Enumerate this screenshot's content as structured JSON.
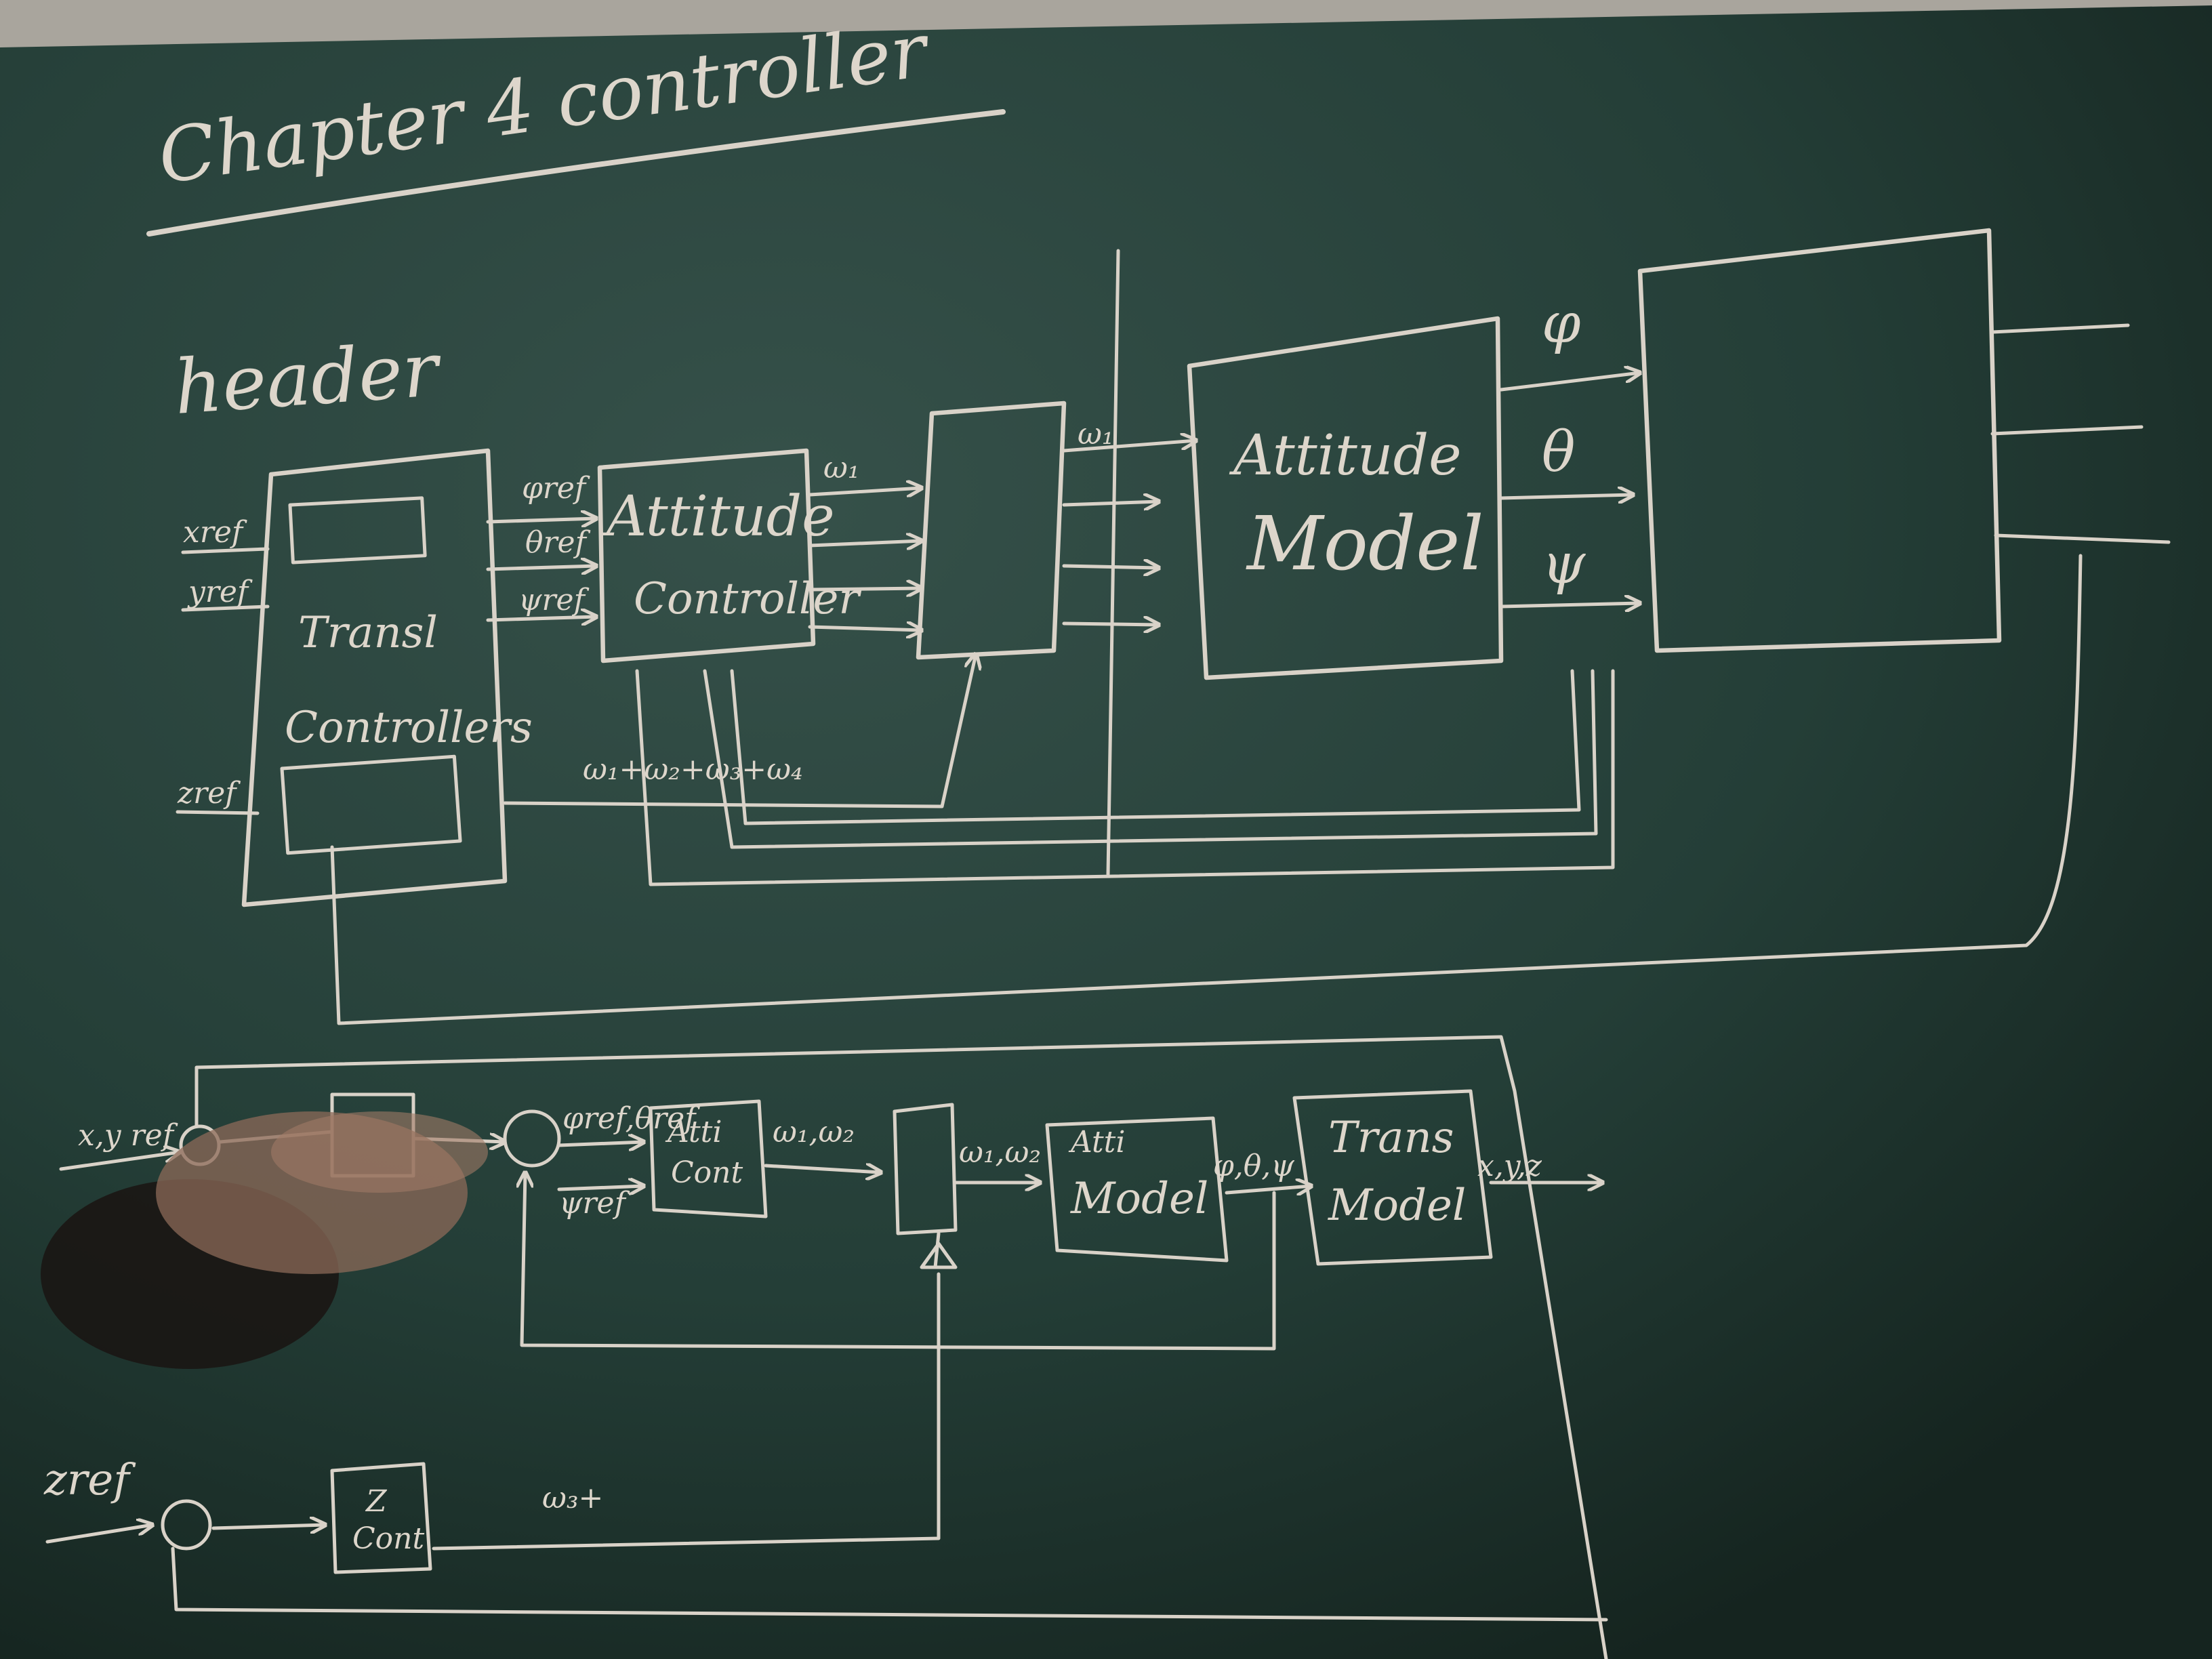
{
  "board": {
    "title": "Chapter 4 controller",
    "section": "header",
    "colors": {
      "board": "#223a33",
      "chalk": "#d9d2c8",
      "wall": "#a9a59d"
    }
  },
  "upper_diagram": {
    "inputs": {
      "x_ref": "xref",
      "y_ref": "yref",
      "z_ref": "zref"
    },
    "translational_block": {
      "line1": "Transl",
      "line2": "Controllers"
    },
    "refs": {
      "phi_ref": "φref",
      "theta_ref": "θref",
      "psi_ref": "ψref"
    },
    "attitude_controller": {
      "line1": "Attitude",
      "line2": "Controller"
    },
    "omega_label": "ω₁",
    "sum_label": "ω₁+ω₂+ω₃+ω₄",
    "omega_label_2": "ω₁",
    "attitude_model": {
      "line1": "Attitude",
      "line2": "Model"
    },
    "outputs": {
      "phi": "φ",
      "theta": "θ",
      "psi": "ψ"
    }
  },
  "lower_diagram": {
    "xy_ref": "x,y ref",
    "refs_top": "φref,θref",
    "psi_ref": "ψref",
    "atti_cont": {
      "line1": "Atti",
      "line2": "Cont"
    },
    "omega_pair": "ω₁,ω₂",
    "omega_pair_2": "ω₁,ω₂",
    "atti_model": {
      "line1": "Atti",
      "line2": "Model"
    },
    "angles": "φ,θ,ψ",
    "trans_model": {
      "line1": "Trans",
      "line2": "Model"
    },
    "xyz_out": "x,y,z",
    "z_ref": "zref",
    "z_cont": {
      "line1": "Z",
      "line2": "Cont"
    },
    "omega_z": "ω₃+"
  }
}
